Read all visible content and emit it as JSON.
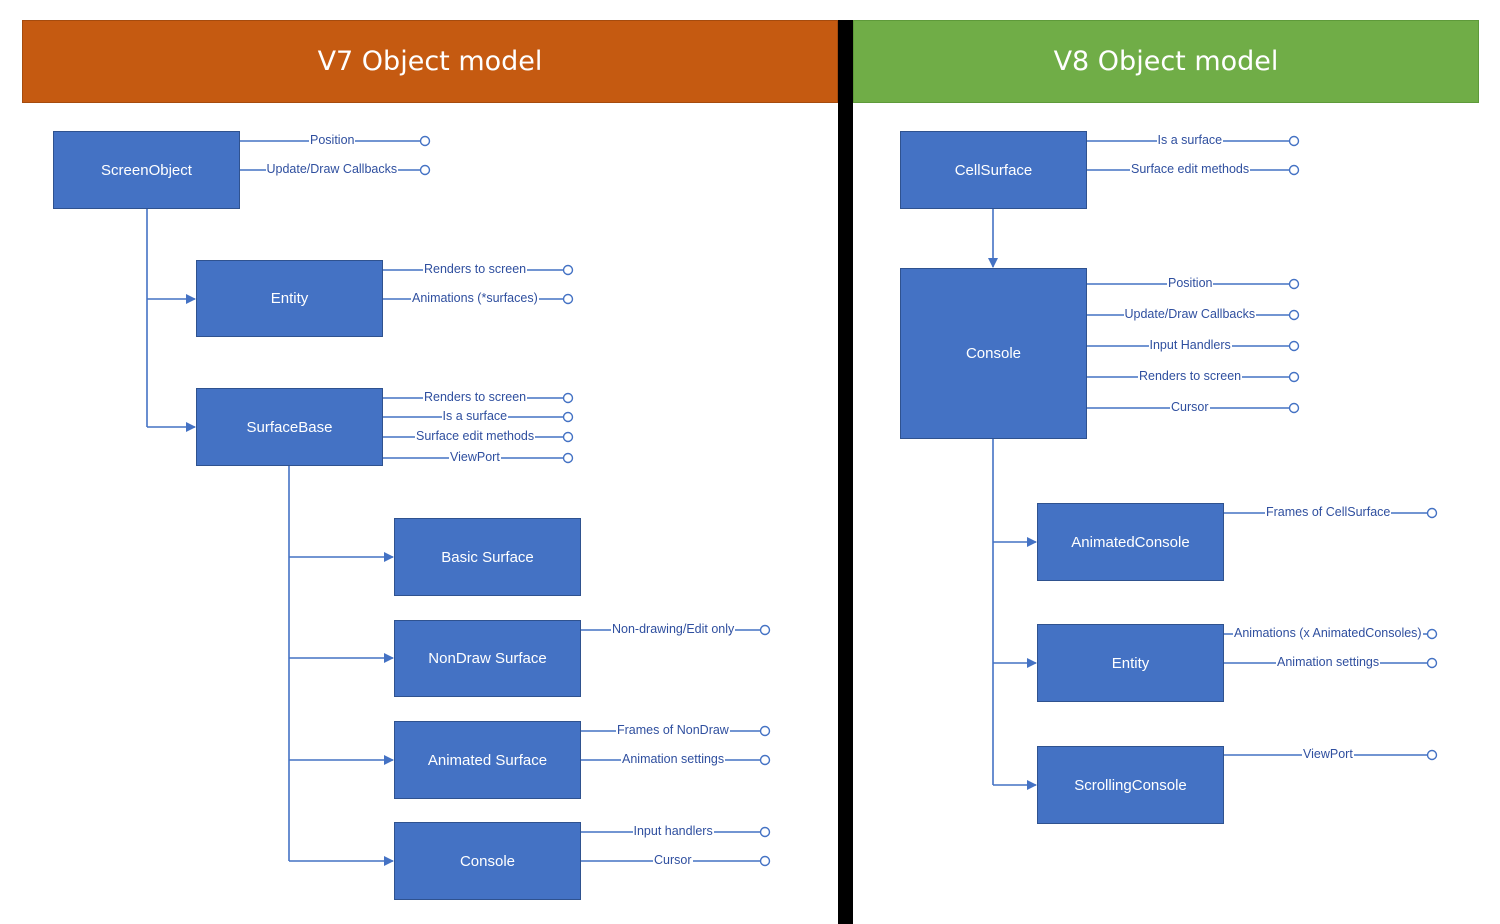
{
  "v7": {
    "title": "V7 Object model",
    "nodes": {
      "screen_object": "ScreenObject",
      "entity": "Entity",
      "surface_base": "SurfaceBase",
      "basic_surface": "Basic Surface",
      "nondraw_surface": "NonDraw Surface",
      "animated_surface": "Animated Surface",
      "console": "Console"
    },
    "props": {
      "screen_object": [
        "Position",
        "Update/Draw Callbacks"
      ],
      "entity": [
        "Renders to screen",
        "Animations (*surfaces)"
      ],
      "surface_base": [
        "Renders to screen",
        "Is a surface",
        "Surface edit methods",
        "ViewPort"
      ],
      "nondraw_surface": [
        "Non-drawing/Edit only"
      ],
      "animated_surface": [
        "Frames of NonDraw",
        "Animation settings"
      ],
      "console": [
        "Input handlers",
        "Cursor"
      ]
    }
  },
  "v8": {
    "title": "V8 Object model",
    "nodes": {
      "cell_surface": "CellSurface",
      "console": "Console",
      "animated_console": "AnimatedConsole",
      "entity": "Entity",
      "scrolling_console": "ScrollingConsole"
    },
    "props": {
      "cell_surface": [
        "Is a surface",
        "Surface edit methods"
      ],
      "console": [
        "Position",
        "Update/Draw Callbacks",
        "Input Handlers",
        "Renders to screen",
        "Cursor"
      ],
      "animated_console": [
        "Frames of CellSurface"
      ],
      "entity": [
        "Animations (x AnimatedConsoles)",
        "Animation settings"
      ],
      "scrolling_console": [
        "ViewPort"
      ]
    }
  },
  "colors": {
    "v7_banner": "#c55a11",
    "v8_banner": "#70ad47",
    "node_fill": "#4472c4",
    "connector": "#4472c4",
    "divider": "#000000"
  }
}
